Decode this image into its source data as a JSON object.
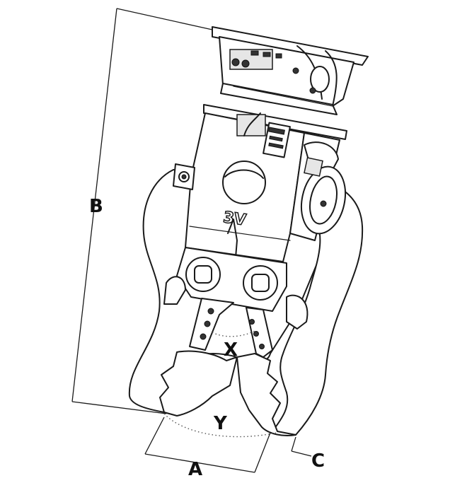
{
  "diagram": {
    "labels": {
      "a": "A",
      "b": "B",
      "c": "C",
      "x": "X",
      "y": "Y"
    },
    "brand_mark": "3V"
  }
}
